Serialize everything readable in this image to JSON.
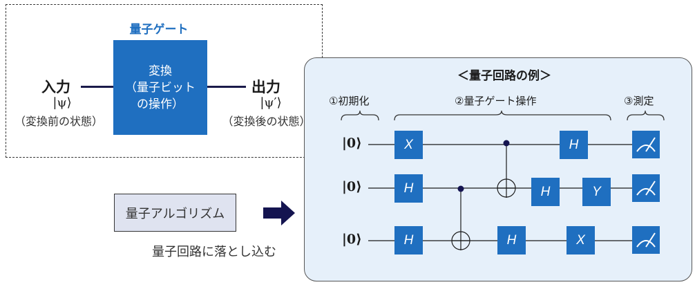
{
  "gate_concept": {
    "gate_label": "量子ゲート",
    "transform_lines": [
      "変換",
      "（量子ビット",
      "の操作）"
    ],
    "input": {
      "title": "入力",
      "ket": "|ψ⟩",
      "sub": "（変換前の状態）"
    },
    "output": {
      "title": "出力",
      "ket": "|ψ′⟩",
      "sub": "（変換後の状態）"
    },
    "colors": {
      "gate": "#1f6fc0",
      "wire": "#1a1a4a"
    }
  },
  "algorithm": {
    "label": "量子アルゴリズム",
    "caption": "量子回路に落とし込む",
    "arrow_icon": "right-arrow-icon"
  },
  "circuit": {
    "title": "＜量子回路の例＞",
    "steps": [
      "①初期化",
      "②量子ゲート操作",
      "③測定"
    ],
    "qubits": [
      {
        "init": "|0⟩",
        "gates": [
          "X",
          "H"
        ]
      },
      {
        "init": "|0⟩",
        "gates": [
          "H",
          "H",
          "Y"
        ]
      },
      {
        "init": "|0⟩",
        "gates": [
          "H",
          "H",
          "X"
        ]
      }
    ],
    "measure_icon": "meter-icon",
    "colors": {
      "panel": "#e6f0fa",
      "gate": "#1f6fc0"
    }
  }
}
